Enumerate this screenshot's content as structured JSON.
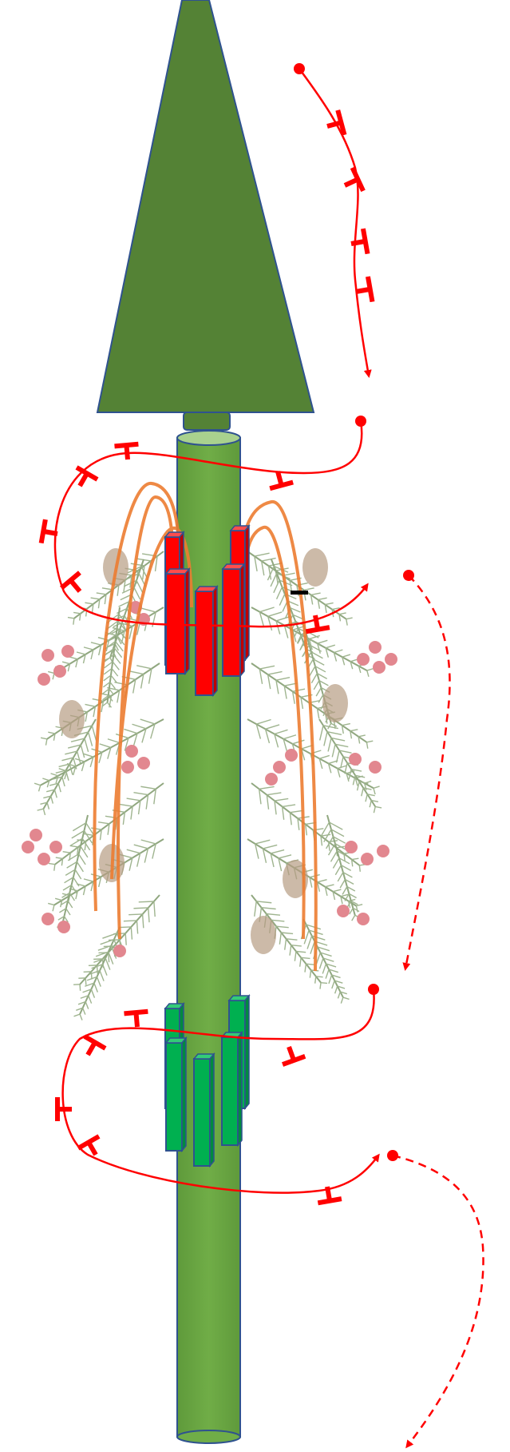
{
  "colors": {
    "background": "#ffffff",
    "canopy": "#548235",
    "stem": "#70ad47",
    "stem_top": "#a9d18e",
    "outline": "#2f528f",
    "red_block": "#ff0000",
    "green_block": "#00b050",
    "arrow": "#ff0000",
    "orange_arc": "#ed7d31",
    "needles": "#7f9c6a",
    "berries": "#d9606a",
    "cones": "#9c7b5a",
    "marker": "#000000"
  },
  "icons": {
    "canopy": "green-triangle-canopy",
    "stem": "green-cylinder-stem",
    "foliage": "pine-garland-foliage",
    "upper_blocks": "red-receptor-blocks",
    "lower_blocks": "green-receptor-blocks",
    "inhibition_marks": "t-bar-inhibition-icon",
    "arrows": "red-curved-arrow-icon"
  }
}
